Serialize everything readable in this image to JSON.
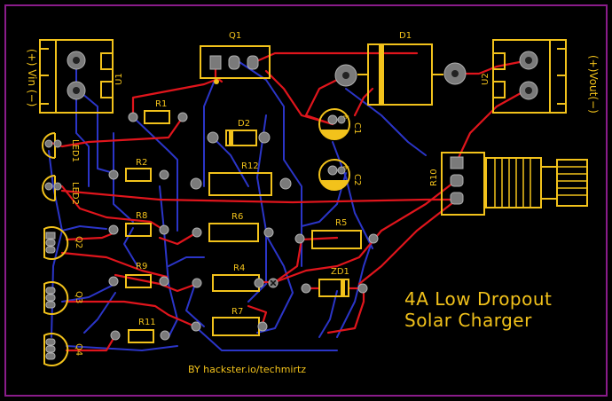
{
  "board": {
    "title_line1": "4A Low Dropout",
    "title_line2": "Solar Charger",
    "credit": "BY hackster.io/techmirtz",
    "vin_label": "(+) Vin (−)",
    "vout_label": "(+)Vout(−)",
    "colors": {
      "background": "#000000",
      "outline": "#8a1c8a",
      "silkscreen": "#f2c21b",
      "top_copper": "#e0151c",
      "bottom_copper": "#2b35c8",
      "pad": "#7a7a7a"
    }
  },
  "components": {
    "U1": "U1",
    "U2": "U2",
    "Q1": "Q1",
    "D1": "D1",
    "D2": "D2",
    "R1": "R1",
    "R2": "R2",
    "R4": "R4",
    "R5": "R5",
    "R6": "R6",
    "R7": "R7",
    "R8": "R8",
    "R9": "R9",
    "R10": "R10",
    "R11": "R11",
    "R12": "R12",
    "C1": "C1",
    "C2": "C2",
    "ZD1": "ZD1",
    "LED1": "LED1",
    "LED2": "LED2",
    "Q2": "Q2",
    "Q3": "Q3",
    "Q4": "Q4"
  }
}
